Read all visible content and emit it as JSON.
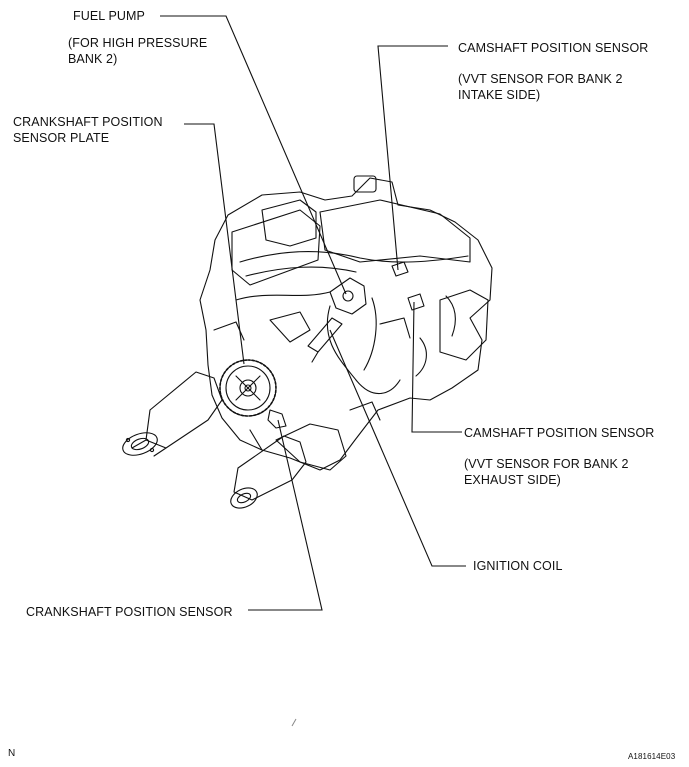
{
  "labels": {
    "fuel_pump": "FUEL PUMP",
    "fuel_pump_note_1": "(FOR HIGH PRESSURE",
    "fuel_pump_note_2": "BANK 2)",
    "cam_intake": "CAMSHAFT POSITION SENSOR",
    "cam_intake_note_1": "(VVT SENSOR FOR BANK 2",
    "cam_intake_note_2": "INTAKE SIDE)",
    "crank_plate_1": "CRANKSHAFT POSITION",
    "crank_plate_2": "SENSOR PLATE",
    "cam_exhaust": "CAMSHAFT POSITION SENSOR",
    "cam_exhaust_note_1": "(VVT SENSOR FOR BANK 2",
    "cam_exhaust_note_2": "EXHAUST SIDE)",
    "ignition_coil": "IGNITION COIL",
    "crank_sensor": "CRANKSHAFT POSITION SENSOR",
    "corner_left": "N",
    "figure_code": "A181614E03"
  },
  "icons": [
    "engine-illustration"
  ]
}
